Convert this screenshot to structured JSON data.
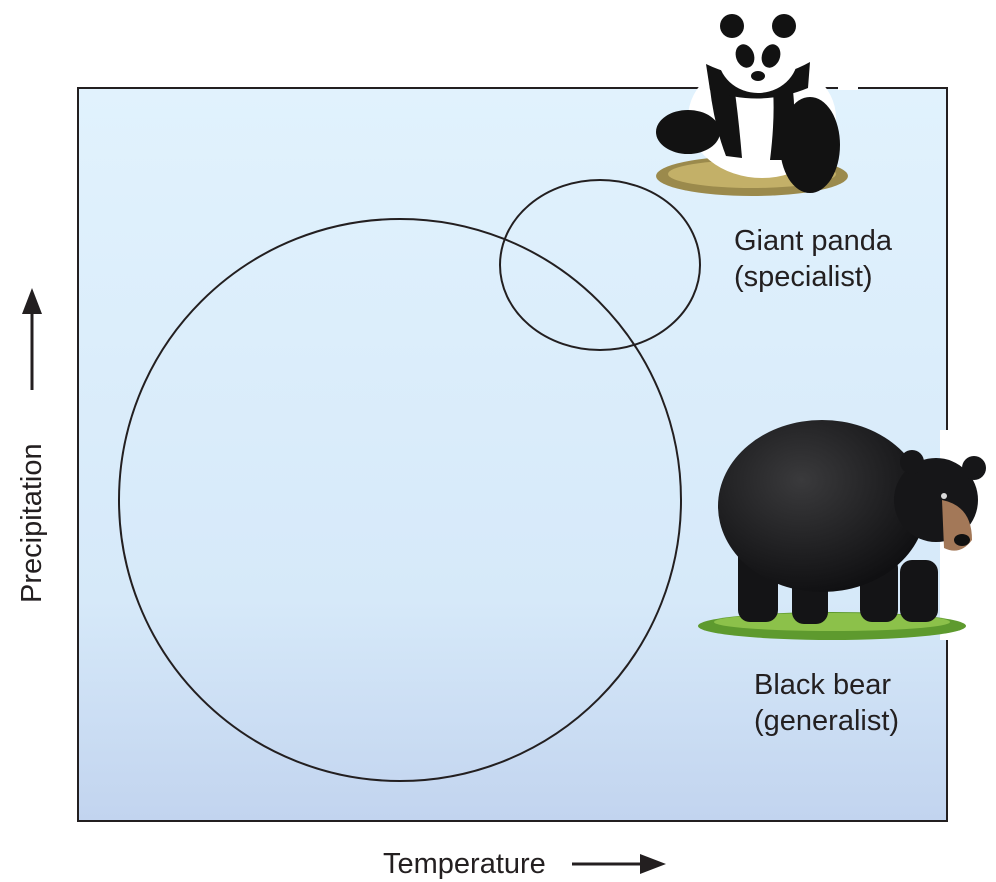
{
  "axes": {
    "x_label": "Temperature",
    "y_label": "Precipitation"
  },
  "species": [
    {
      "name": "Giant panda",
      "role": "(specialist)",
      "icon": "giant-panda-illustration"
    },
    {
      "name": "Black bear",
      "role": "(generalist)",
      "icon": "black-bear-illustration"
    }
  ],
  "colors": {
    "background_top": "#e1f2fd",
    "background_bottom": "#c2d4ef",
    "outline": "#231f20"
  }
}
